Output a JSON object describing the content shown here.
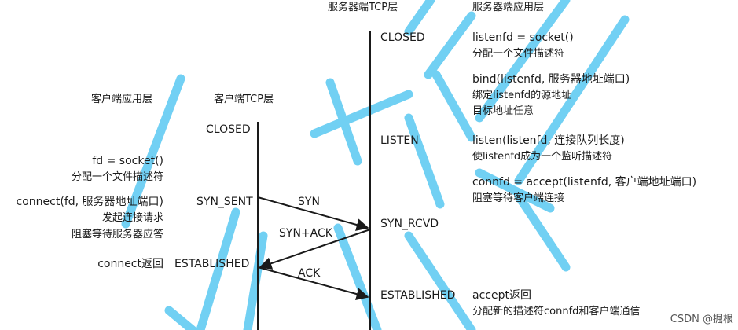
{
  "headers": {
    "server_tcp": "服务器端TCP层",
    "server_app": "服务器端应用层",
    "client_app": "客户端应用层",
    "client_tcp": "客户端TCP层"
  },
  "server_states": {
    "closed": "CLOSED",
    "listen": "LISTEN",
    "syn_rcvd": "SYN_RCVD",
    "established": "ESTABLISHED"
  },
  "client_states": {
    "closed": "CLOSED",
    "syn_sent": "SYN_SENT",
    "established": "ESTABLISHED"
  },
  "messages": {
    "syn": "SYN",
    "syn_ack": "SYN+ACK",
    "ack": "ACK"
  },
  "server_notes": {
    "socket": "listenfd = socket()",
    "socket_desc": "分配一个文件描述符",
    "bind": "bind(listenfd, 服务器地址端口)",
    "bind_desc1": "绑定listenfd的源地址",
    "bind_desc2": "目标地址任意",
    "listen": "listen(listenfd, 连接队列长度)",
    "listen_desc": "使listenfd成为一个监听描述符",
    "accept": "connfd = accept(listenfd, 客户端地址端口)",
    "accept_desc": "阻塞等待客户端连接",
    "accept_ret": "accept返回",
    "accept_ret_desc": "分配新的描述符connfd和客户端通信"
  },
  "client_notes": {
    "socket": "fd = socket()",
    "socket_desc": "分配一个文件描述符",
    "connect": "connect(fd, 服务器地址端口)",
    "connect_desc1": "发起连接请求",
    "connect_desc2": "阻塞等待服务器应答",
    "connect_ret": "connect返回"
  },
  "watermark_credit": "CSDN @掘根",
  "colors": {
    "line": "#1a1a1a",
    "watermark": "#59c8f2"
  }
}
